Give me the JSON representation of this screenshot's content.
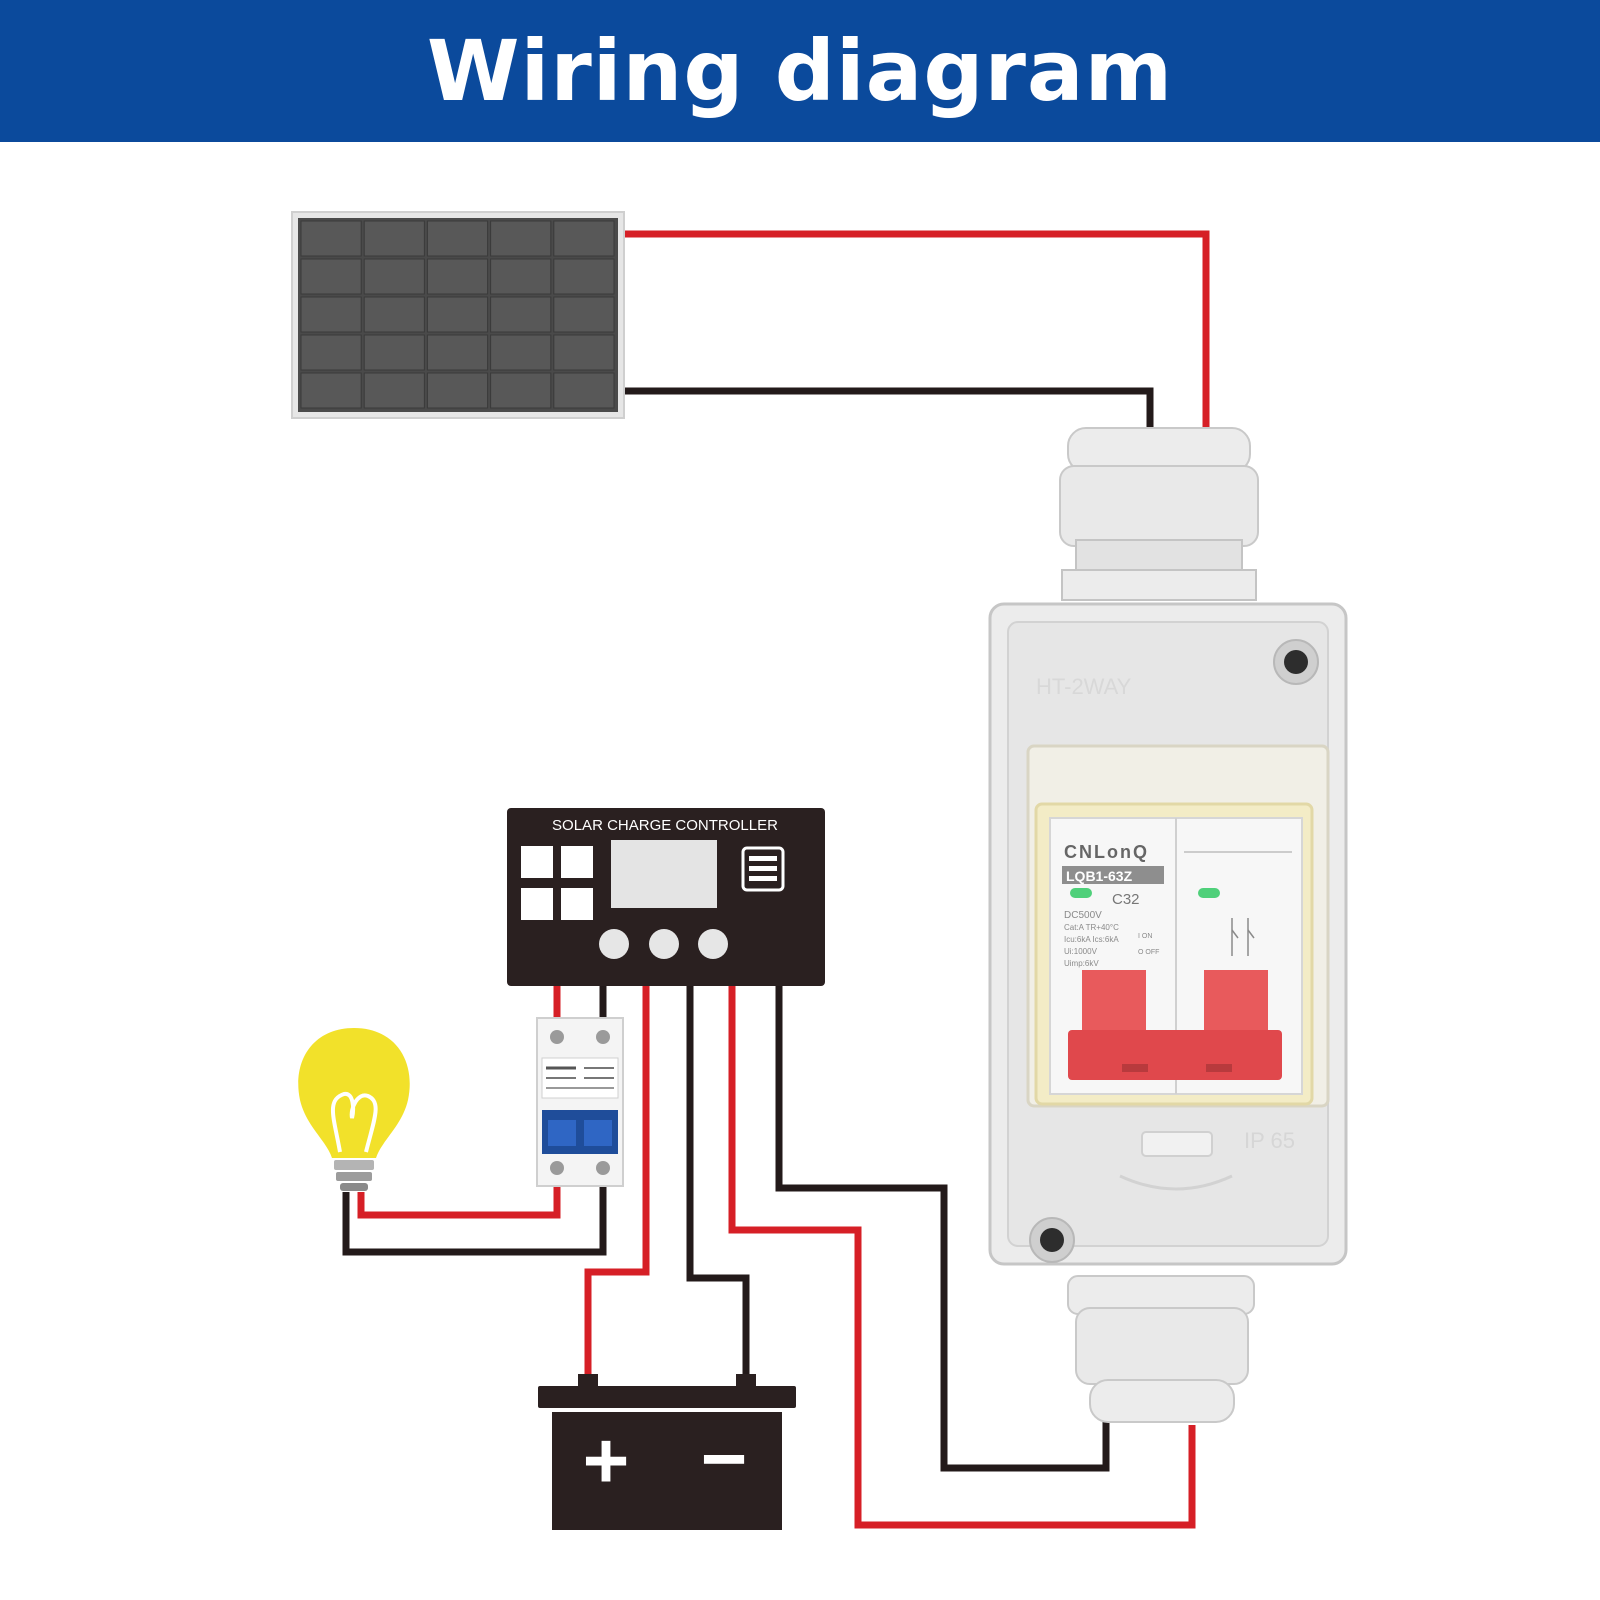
{
  "header": {
    "title": "Wiring diagram"
  },
  "controller": {
    "label": "SOLAR CHARGE CONTROLLER"
  },
  "breaker": {
    "enclosure_label": "HT-2WAY",
    "ip_label": "IP 65",
    "brand": "CNLonQ",
    "model": "LQB1-63Z",
    "rating": "C32",
    "spec_lines": [
      "DC500V",
      "Cat:A  TR+40°C",
      "Icu:6kA Ics:6kA",
      "Ui:1000V",
      "Uimp:6kV"
    ],
    "on_label": "I ON",
    "off_label": "O OFF"
  },
  "battery": {
    "plus": "+",
    "minus": "−"
  },
  "colors": {
    "banner": "#0b4a9c",
    "positive_wire": "#d61f26",
    "negative_wire": "#231a1a",
    "lamp": "#f2e12a",
    "breaker_handle": "#e0484c"
  }
}
